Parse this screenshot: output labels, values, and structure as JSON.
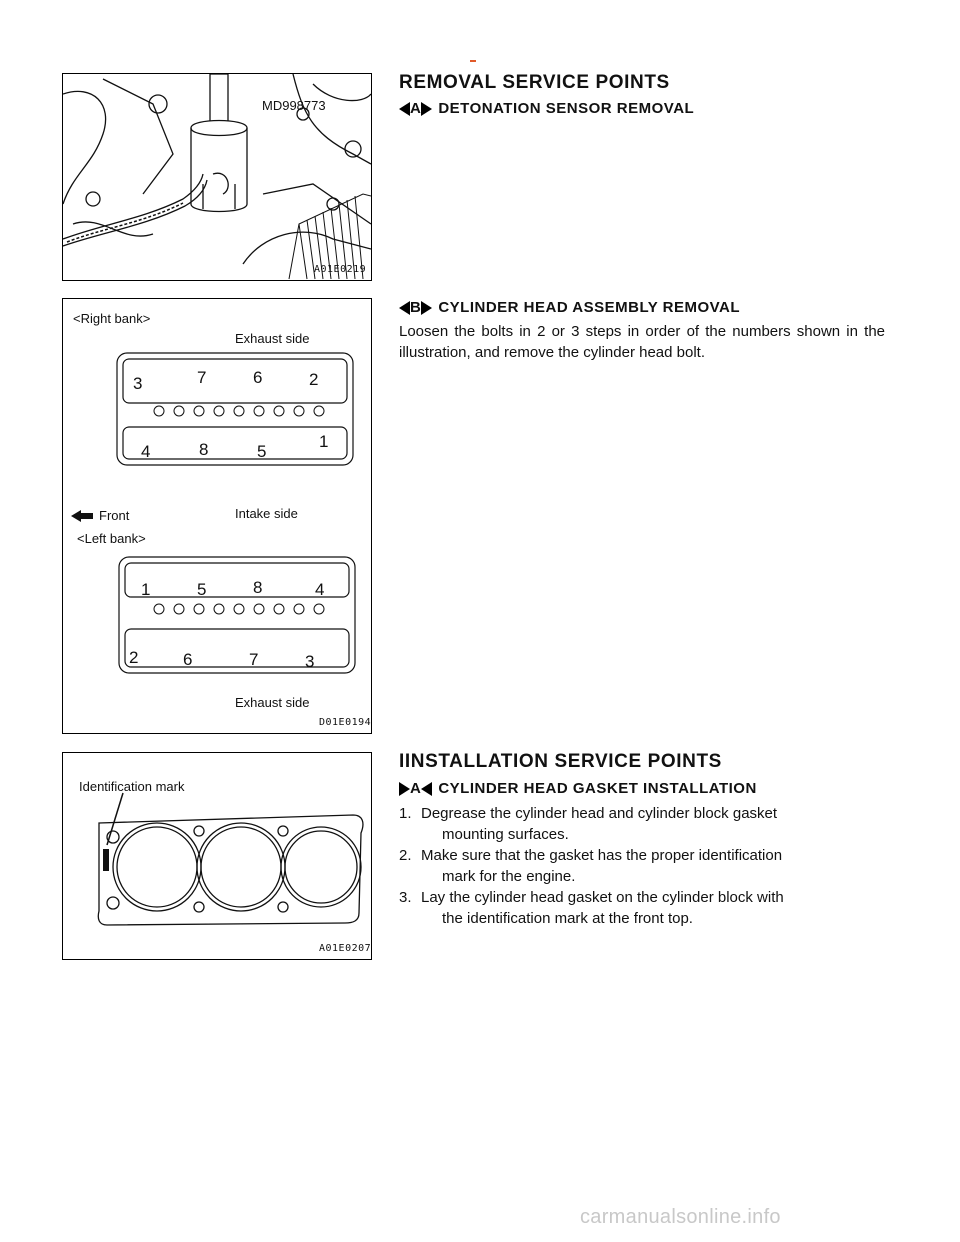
{
  "figure1": {
    "tool_label": "MD998773",
    "code": "A01E0219"
  },
  "figure2": {
    "right_bank": "<Right  bank>",
    "left_bank": "<Left   bank>",
    "exhaust_top": "Exhaust side",
    "intake": "Intake side",
    "front": "Front",
    "exhaust_bottom": "Exhaust side",
    "code": "D01E0194",
    "right_numbers_top": [
      "3",
      "7",
      "6",
      "2"
    ],
    "right_numbers_bottom": [
      "4",
      "8",
      "5",
      "1"
    ],
    "left_numbers_top": [
      "1",
      "5",
      "8",
      "4"
    ],
    "left_numbers_bottom": [
      "2",
      "6",
      "7",
      "3"
    ]
  },
  "figure3": {
    "id_mark": "Identification mark",
    "code": "A01E0207"
  },
  "removal": {
    "title": "REMOVAL  SERVICE  POINTS",
    "a_letter": "A",
    "a_title": "DETONATION  SENSOR  REMOVAL",
    "b_letter": "B",
    "b_title": "CYLINDER  HEAD  ASSEMBLY  REMOVAL",
    "b_text": "Loosen the bolts in 2 or 3 steps in order of the numbers shown in the illustration, and remove the cylinder head bolt."
  },
  "installation": {
    "title": "IINSTALLATION  SERVICE  POINTS",
    "a_letter": "A",
    "a_title": "CYLINDER  HEAD  GASKET  INSTALLATION",
    "steps": [
      {
        "num": "1.",
        "line1": "Degrease the cylinder head and cylinder block gasket",
        "line2": "mounting  surfaces."
      },
      {
        "num": "2.",
        "line1": "Make sure that the gasket has the proper identification",
        "line2": "mark  for  the  engine."
      },
      {
        "num": "3.",
        "line1": "Lay the cylinder head gasket on the cylinder block with",
        "line2": "the  identification  mark  at  the  front  top."
      }
    ]
  },
  "footer": {
    "watermark": "carmanualsonline.info"
  }
}
